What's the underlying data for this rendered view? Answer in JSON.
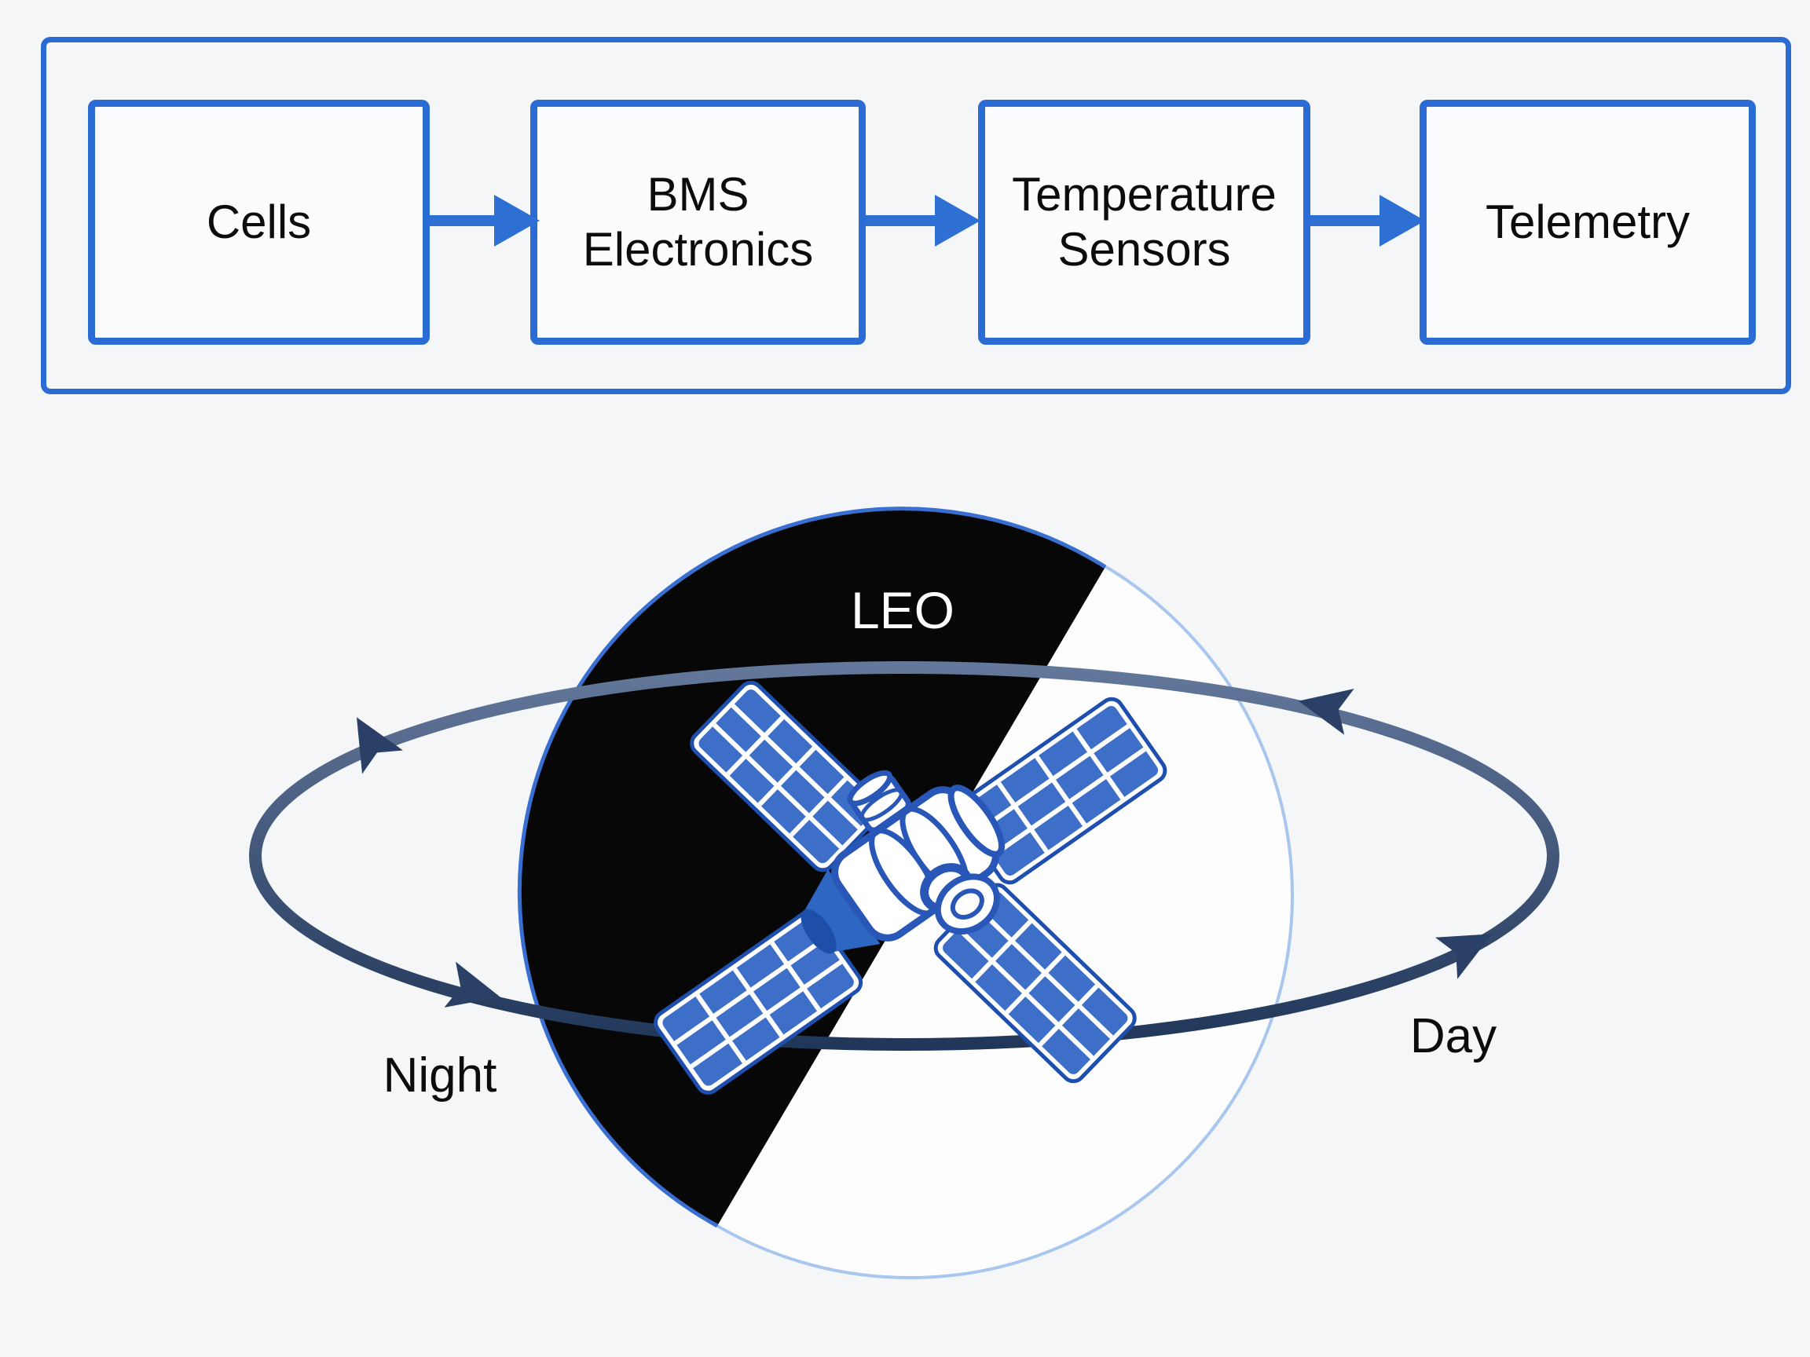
{
  "page": {
    "background": "#f5f6f8"
  },
  "flowchart": {
    "frame_border_color": "#2b6cd4",
    "connector_color": "#2e6fd4",
    "boxes": [
      {
        "lines": [
          "Cells",
          ""
        ]
      },
      {
        "lines": [
          "BMS",
          "Electronics"
        ]
      },
      {
        "lines": [
          "Temperature",
          "Sensors"
        ]
      },
      {
        "lines": [
          "Telemetry",
          ""
        ]
      }
    ]
  },
  "orbit": {
    "label": "LEO",
    "night_label": "Night",
    "day_label": "Day",
    "colors": {
      "night_fill": "#070707",
      "day_fill": "#fdfdfe",
      "earth_rim_light": "#a9c6ee",
      "earth_rim_dark_side": "#3a6fd2",
      "orbit_path_dark": "#1f3558",
      "orbit_path_light": "#64799b",
      "arrow_fill": "#2a4066",
      "satellite_blue": "#2e66c4",
      "satellite_outline": "#2857b8",
      "panel_fill": "#3e6fc8"
    },
    "icons": {
      "satellite": "satellite-icon",
      "direction_arrows": "orbit-arrow-icon"
    }
  }
}
